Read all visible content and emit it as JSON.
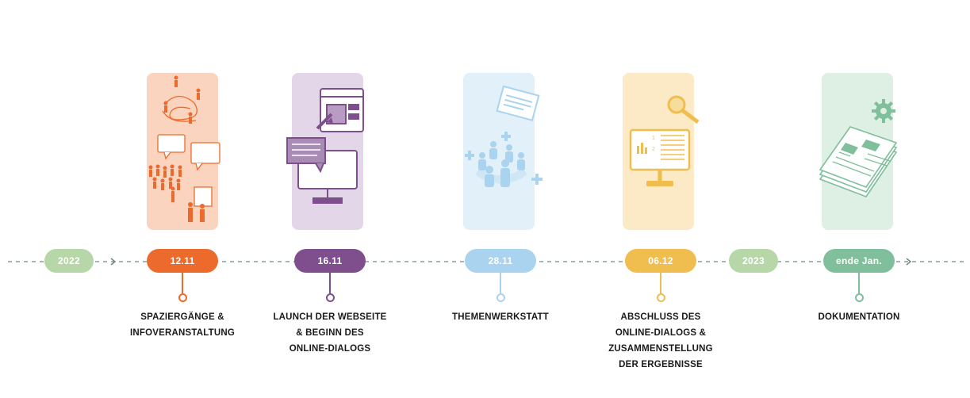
{
  "timeline": {
    "year_start": "2022",
    "year_mid": "2023",
    "milestones": [
      {
        "date": "12.11",
        "label": "SPAZIERGÄNGE &\nINFOVERANSTALTUNG",
        "color": "#ec6a2c",
        "panel_color": "#fbd4bf",
        "icon": "city-walk-people-icon"
      },
      {
        "date": "16.11",
        "label": "LAUNCH DER WEBSEITE\n& BEGINN DES\nONLINE-DIALOGS",
        "color": "#7e4f8c",
        "panel_color": "#e3d6e9",
        "icon": "website-launch-icon"
      },
      {
        "date": "28.11",
        "label": "THEMENWERKSTATT",
        "color": "#a9d3ee",
        "panel_color": "#e2f0fa",
        "icon": "workshop-group-icon"
      },
      {
        "date": "06.12",
        "label": "ABSCHLUSS DES\nONLINE-DIALOGS &\nZUSAMMENSTELLUNG\nDER ERGEBNISSE",
        "color": "#f0bd4f",
        "panel_color": "#fce9c6",
        "icon": "results-monitor-icon"
      },
      {
        "date": "ende Jan.",
        "label": "DOKUMENTATION",
        "color": "#7fbf9b",
        "panel_color": "#deefe3",
        "icon": "documentation-papers-icon"
      }
    ],
    "line_color": "#6f8a86",
    "year_color": "#b7d7a8"
  }
}
